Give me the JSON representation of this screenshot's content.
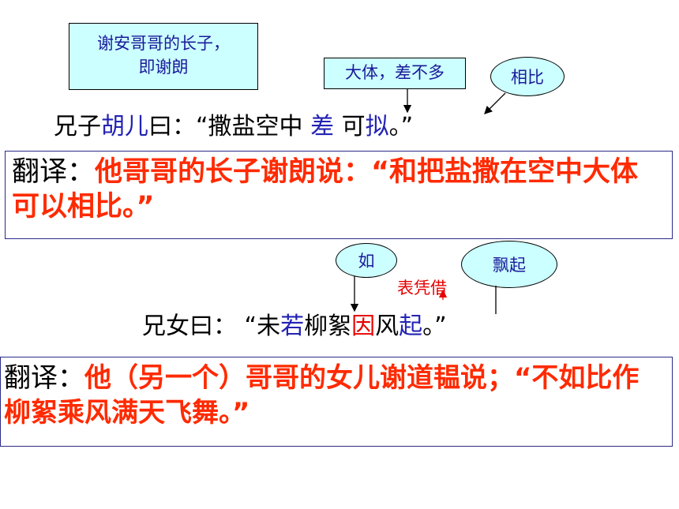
{
  "notes": {
    "lang_note": [
      "谢安哥哥的长子，",
      "即谢朗"
    ],
    "cha_note": "大体，差不多",
    "ni_note": "相比",
    "ru_note": "如",
    "qi_note": "飘起",
    "yin_note": "表凭借"
  },
  "line1": {
    "p1": "兄子",
    "w1": "胡儿",
    "p2": "曰：“撒盐空中 ",
    "w2": "差",
    "p3": " 可",
    "w3": "拟",
    "p4": "。”"
  },
  "trans1": {
    "label": "翻译：",
    "text": "他哥哥的长子谢朗说：“和把盐撒在空中大体可以相比。”"
  },
  "line2": {
    "p1": "兄女曰：  “未",
    "w1": "若",
    "p2": "柳絮",
    "w2": "因",
    "p3": "风",
    "w3": "起",
    "p4": "。”"
  },
  "trans2": {
    "label": "翻译：",
    "text": "他（另一个）哥哥的女儿谢道韫说；“不如比作柳絮乘风满天飞舞。”"
  },
  "colors": {
    "note_bg": "#ccffff",
    "keyword_blue": "#2323b4",
    "keyword_red": "#e60000",
    "translation_red": "#ff2a00"
  }
}
